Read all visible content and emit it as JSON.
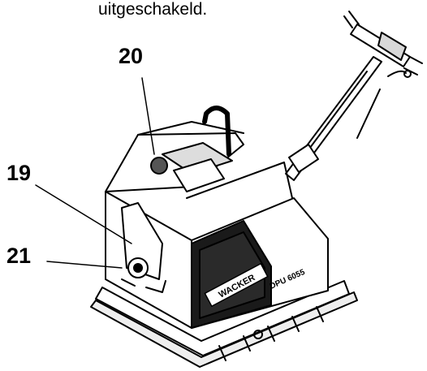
{
  "caption": "uitgeschakeld.",
  "callouts": {
    "c20": "20",
    "c19": "19",
    "c21": "21"
  },
  "machine": {
    "brand_plate": "WACKER",
    "model_plate": "DPU 6055"
  },
  "colors": {
    "ink": "#000000",
    "background": "#ffffff",
    "panel": "#1a1a1a"
  }
}
